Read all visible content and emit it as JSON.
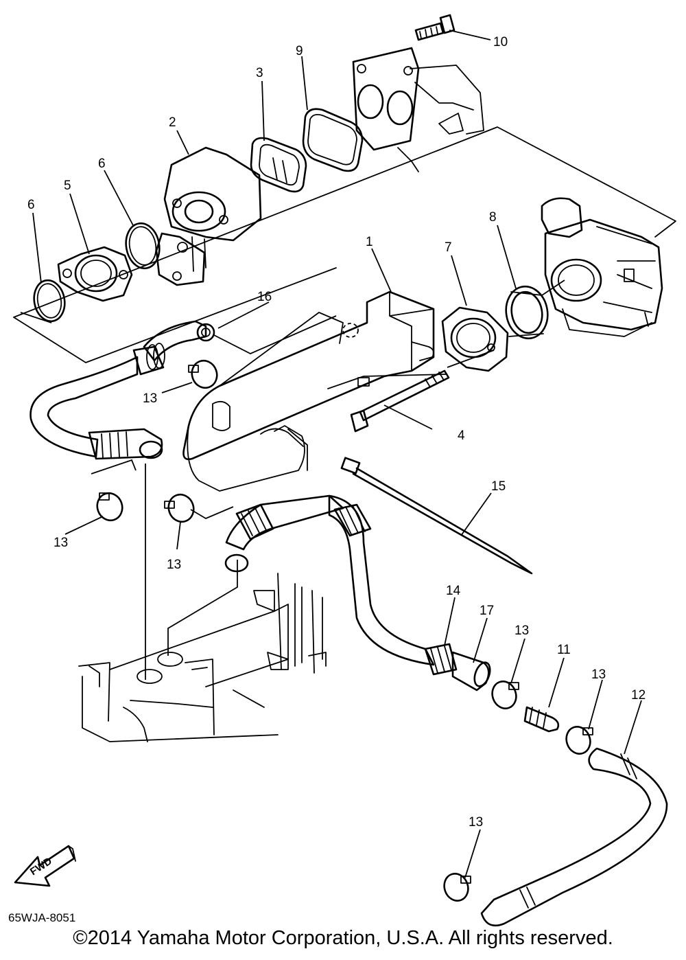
{
  "diagram": {
    "callouts": {
      "c1": "1",
      "c2": "2",
      "c3": "3",
      "c4": "4",
      "c5": "5",
      "c6a": "6",
      "c6b": "6",
      "c7": "7",
      "c8": "8",
      "c9": "9",
      "c10": "10",
      "c11": "11",
      "c12": "12",
      "c13a": "13",
      "c13b": "13",
      "c13c": "13",
      "c13d": "13",
      "c13e": "13",
      "c13f": "13",
      "c14": "14",
      "c15": "15",
      "c16": "16",
      "c17": "17"
    },
    "fwd_label": "FWD",
    "drawing_code": "65WJA-8051"
  },
  "footer": {
    "copyright": "©2014 Yamaha Motor Corporation, U.S.A. All rights reserved."
  }
}
